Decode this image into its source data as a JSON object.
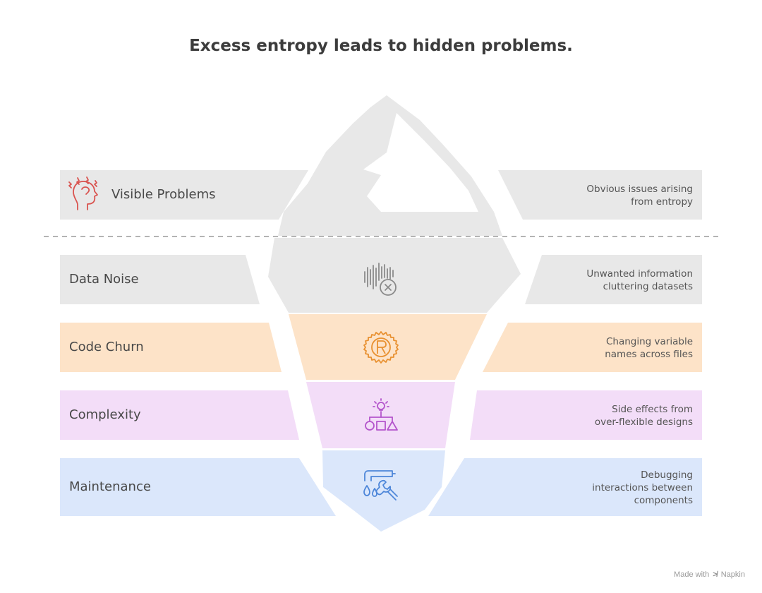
{
  "title": "Excess entropy leads to hidden problems.",
  "levels": [
    {
      "label": "Visible Problems",
      "description_lines": [
        "Obvious issues arising",
        "from entropy"
      ],
      "icon": "stressed-head-icon",
      "color": "#e8e8e8",
      "accent": "#d9534f"
    },
    {
      "label": "Data Noise",
      "description_lines": [
        "Unwanted information",
        "cluttering datasets"
      ],
      "icon": "audio-noise-cancel-icon",
      "color": "#e8e8e8",
      "accent": "#8a8a8a"
    },
    {
      "label": "Code Churn",
      "description_lines": [
        "Changing variable",
        "names across files"
      ],
      "icon": "rust-gear-icon",
      "color": "#fde3c8",
      "accent": "#e8902f"
    },
    {
      "label": "Complexity",
      "description_lines": [
        "Side effects from",
        "over-flexible designs"
      ],
      "icon": "flowchart-idea-icon",
      "color": "#f3ddf8",
      "accent": "#b455cc"
    },
    {
      "label": "Maintenance",
      "description_lines": [
        "Debugging",
        "interactions between",
        "components"
      ],
      "icon": "faucet-wrench-icon",
      "color": "#dbe7fb",
      "accent": "#4d86d9"
    }
  ],
  "footer": {
    "prefix": "Made with",
    "brand": "Napkin"
  }
}
